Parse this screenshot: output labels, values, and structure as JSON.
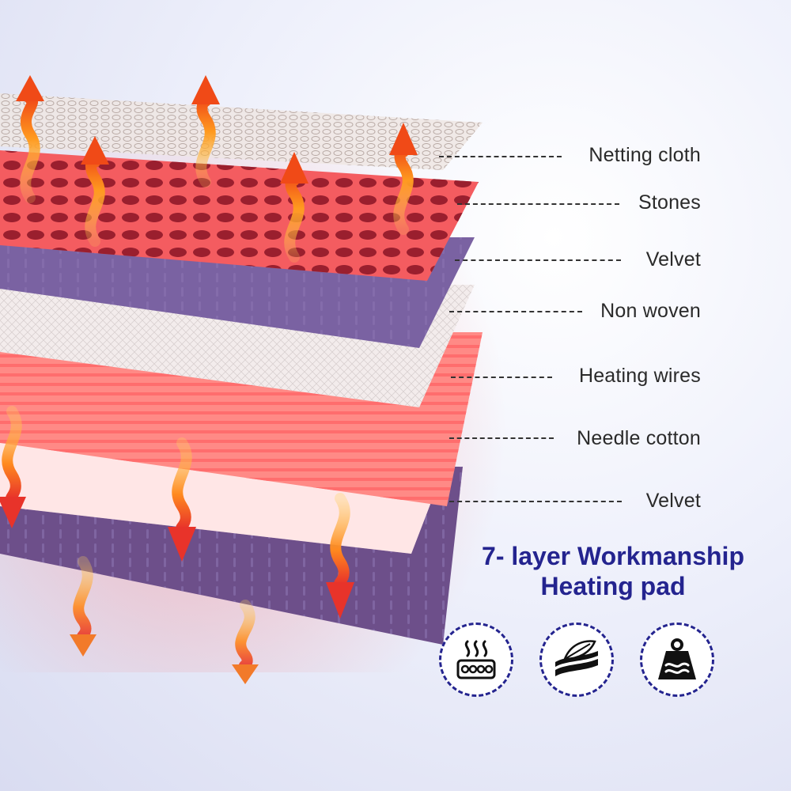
{
  "layers": [
    {
      "label": "Netting cloth"
    },
    {
      "label": "Stones"
    },
    {
      "label": "Velvet"
    },
    {
      "label": "Non woven"
    },
    {
      "label": "Heating wires"
    },
    {
      "label": "Needle cotton"
    },
    {
      "label": "Velvet"
    }
  ],
  "headline": {
    "line1": "7- layer Workmanship",
    "line2": "Heating pad"
  },
  "feature_icons": [
    {
      "icon": "heat-waves-icon"
    },
    {
      "icon": "soft-feather-icon"
    },
    {
      "icon": "weight-icon"
    }
  ],
  "colors": {
    "accent_navy": "#24248f",
    "heat_orange": "#ff7a1a",
    "heat_red": "#e8332a",
    "velvet_purple": "#6b4f8e",
    "stone_red": "#f2545b"
  }
}
